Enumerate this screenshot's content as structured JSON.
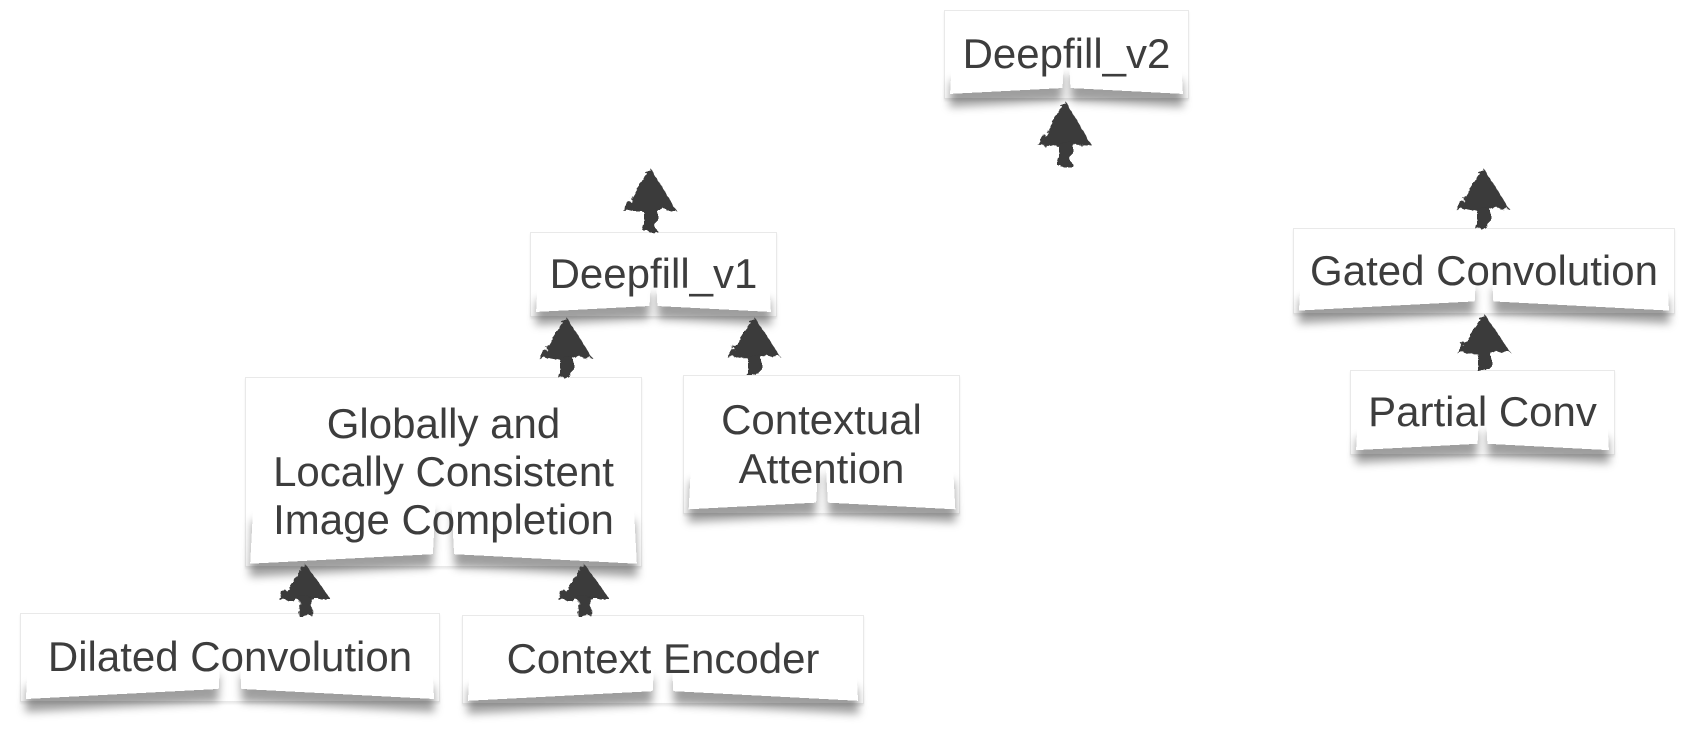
{
  "diagram": {
    "type": "tree",
    "description": "Hierarchy of image inpainting methods, children point up to parents with hand-drawn arrows",
    "colors": {
      "background": "#ffffff",
      "ink": "#3a3a3a",
      "text": "#3d3d3d",
      "box_background": "#ffffff",
      "box_border": "#e9e9e9"
    },
    "icons": {
      "arrow": "arrow-up-icon"
    },
    "nodes": [
      {
        "id": "deepfill_v2",
        "label": "Deepfill_v2"
      },
      {
        "id": "deepfill_v1",
        "label": "Deepfill_v1"
      },
      {
        "id": "gated_convolution",
        "label": "Gated Convolution"
      },
      {
        "id": "globally_locally_consistent",
        "label": "Globally and Locally Consistent Image Completion",
        "lines": [
          "Globally and",
          "Locally Consistent",
          "Image Completion"
        ]
      },
      {
        "id": "contextual_attention",
        "label": "Contextual Attention",
        "lines": [
          "Contextual",
          "Attention"
        ]
      },
      {
        "id": "partial_conv",
        "label": "Partial Conv"
      },
      {
        "id": "dilated_convolution",
        "label": "Dilated Convolution"
      },
      {
        "id": "context_encoder",
        "label": "Context Encoder"
      }
    ],
    "edges": [
      {
        "from": "deepfill_v1",
        "to": "deepfill_v2",
        "style": "sketchy-arrow-up"
      },
      {
        "from": "gated_convolution",
        "to": "deepfill_v2",
        "style": "sketchy-arrow-up"
      },
      {
        "from": "globally_locally_consistent",
        "to": "deepfill_v1",
        "style": "sketchy-arrow-up"
      },
      {
        "from": "contextual_attention",
        "to": "deepfill_v1",
        "style": "sketchy-arrow-up"
      },
      {
        "from": "partial_conv",
        "to": "gated_convolution",
        "style": "sketchy-arrow-up"
      },
      {
        "from": "dilated_convolution",
        "to": "globally_locally_consistent",
        "style": "sketchy-arrow-up"
      },
      {
        "from": "context_encoder",
        "to": "globally_locally_consistent",
        "style": "sketchy-arrow-up"
      }
    ]
  }
}
